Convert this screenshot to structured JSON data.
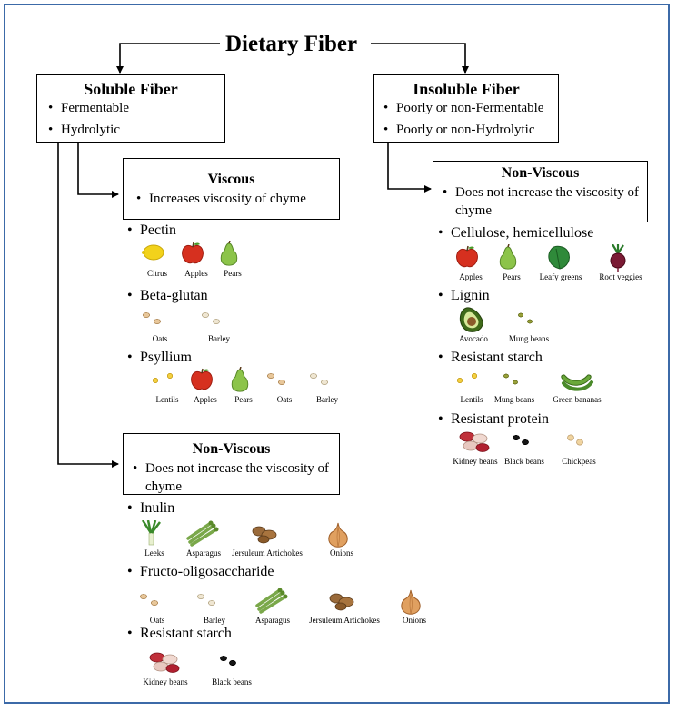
{
  "title": "Dietary Fiber",
  "soluble": {
    "title": "Soluble Fiber",
    "bullets": [
      "Fermentable",
      "Hydrolytic"
    ]
  },
  "insoluble": {
    "title": "Insoluble Fiber",
    "bullets": [
      "Poorly or non-Fermentable",
      "Poorly or non-Hydrolytic"
    ]
  },
  "viscous": {
    "title": "Viscous",
    "bullets": [
      "Increases viscosity of chyme"
    ],
    "items": [
      {
        "label": "Pectin",
        "foods": [
          {
            "icon": "lemon-icon",
            "name": "Citrus"
          },
          {
            "icon": "apple-icon",
            "name": "Apples"
          },
          {
            "icon": "pear-icon",
            "name": "Pears"
          }
        ]
      },
      {
        "label": "Beta-glutan",
        "foods": [
          {
            "icon": "oats-icon",
            "name": "Oats"
          },
          {
            "icon": "barley-icon",
            "name": "Barley"
          }
        ]
      },
      {
        "label": "Psyllium",
        "foods": [
          {
            "icon": "lentils-icon",
            "name": "Lentils"
          },
          {
            "icon": "apple-icon",
            "name": "Apples"
          },
          {
            "icon": "pear-icon",
            "name": "Pears"
          },
          {
            "icon": "oats-icon",
            "name": "Oats"
          },
          {
            "icon": "barley-icon",
            "name": "Barley"
          }
        ]
      }
    ]
  },
  "soluble_nonviscous": {
    "title": "Non-Viscous",
    "bullets": [
      "Does not increase the viscosity of chyme"
    ],
    "items": [
      {
        "label": "Inulin",
        "foods": [
          {
            "icon": "leek-icon",
            "name": "Leeks"
          },
          {
            "icon": "asparagus-icon",
            "name": "Asparagus"
          },
          {
            "icon": "artichoke-icon",
            "name": "Jersuleum Artichokes"
          },
          {
            "icon": "onion-icon",
            "name": "Onions"
          }
        ]
      },
      {
        "label": "Fructo-oligosaccharide",
        "foods": [
          {
            "icon": "oats-icon",
            "name": "Oats"
          },
          {
            "icon": "barley-icon",
            "name": "Barley"
          },
          {
            "icon": "asparagus-icon",
            "name": "Asparagus"
          },
          {
            "icon": "artichoke-icon",
            "name": "Jersuleum Artichokes"
          },
          {
            "icon": "onion-icon",
            "name": "Onions"
          }
        ]
      },
      {
        "label": "Resistant starch",
        "foods": [
          {
            "icon": "kidney-beans-icon",
            "name": "Kidney beans"
          },
          {
            "icon": "black-beans-icon",
            "name": "Black beans"
          }
        ]
      }
    ]
  },
  "insoluble_nonviscous": {
    "title": "Non-Viscous",
    "bullets": [
      "Does not increase the viscosity of chyme"
    ],
    "items": [
      {
        "label": "Cellulose, hemicellulose",
        "foods": [
          {
            "icon": "apple-icon",
            "name": "Apples"
          },
          {
            "icon": "pear-icon",
            "name": "Pears"
          },
          {
            "icon": "leafy-greens-icon",
            "name": "Leafy greens"
          },
          {
            "icon": "beet-icon",
            "name": "Root veggies"
          }
        ]
      },
      {
        "label": "Lignin",
        "foods": [
          {
            "icon": "avocado-icon",
            "name": "Avocado"
          },
          {
            "icon": "mung-beans-icon",
            "name": "Mung beans"
          }
        ]
      },
      {
        "label": "Resistant starch",
        "foods": [
          {
            "icon": "lentils-icon",
            "name": "Lentils"
          },
          {
            "icon": "mung-beans-icon",
            "name": "Mung beans"
          },
          {
            "icon": "banana-icon",
            "name": "Green bananas"
          }
        ]
      },
      {
        "label": "Resistant protein",
        "foods": [
          {
            "icon": "kidney-beans-icon",
            "name": "Kidney beans"
          },
          {
            "icon": "black-beans-icon",
            "name": "Black beans"
          },
          {
            "icon": "chickpeas-icon",
            "name": "Chickpeas"
          }
        ]
      }
    ]
  },
  "colors": {
    "frame": "#3c6aa8",
    "line": "#000000"
  }
}
